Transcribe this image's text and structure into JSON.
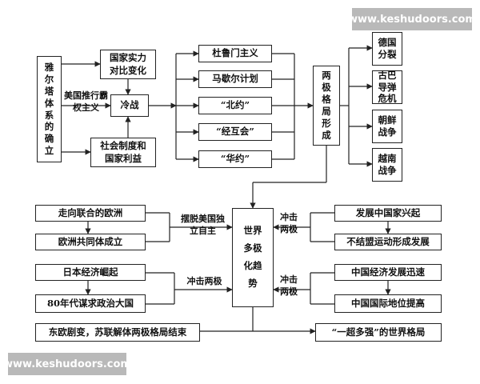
{
  "watermark": {
    "top": "www.keshudoors.com",
    "bottom": "www.keshudoors.com"
  },
  "top": {
    "yalta": "雅尔塔体系的确立",
    "national_strength": "国家实力对比变化",
    "us_hegemony": "美国推行霸权主义",
    "cold_war": "冷战",
    "social_system": "社会制度和国家利益",
    "policies": [
      "杜鲁门主义",
      "马歇尔计划",
      "“北约”",
      "“经互会”",
      "“华约”"
    ],
    "bipolar": "两极格局形成",
    "events": [
      "德国分裂",
      "古巴导弹危机",
      "朝鲜战争",
      "越南战争"
    ]
  },
  "bottom": {
    "multipolar": "世界多极化趋势",
    "europe_union": "走向联合的欧洲",
    "ec_founded": "欧洲共同体成立",
    "rid_us": "摆脱美国独立自主",
    "japan_rise": "日本经济崛起",
    "japan_power": "80年代谋求政治大国",
    "impact1": "冲击两极",
    "developing": "发展中国家兴起",
    "nonaligned": "不结盟运动形成发展",
    "impact2": "冲击两极",
    "china_econ": "中国经济发展迅速",
    "china_status": "中国国际地位提高",
    "impact3": "冲击两极",
    "east_europe": "东欧剧变，苏联解体两极格局结束",
    "one_super": "“一超多强”的世界格局"
  }
}
